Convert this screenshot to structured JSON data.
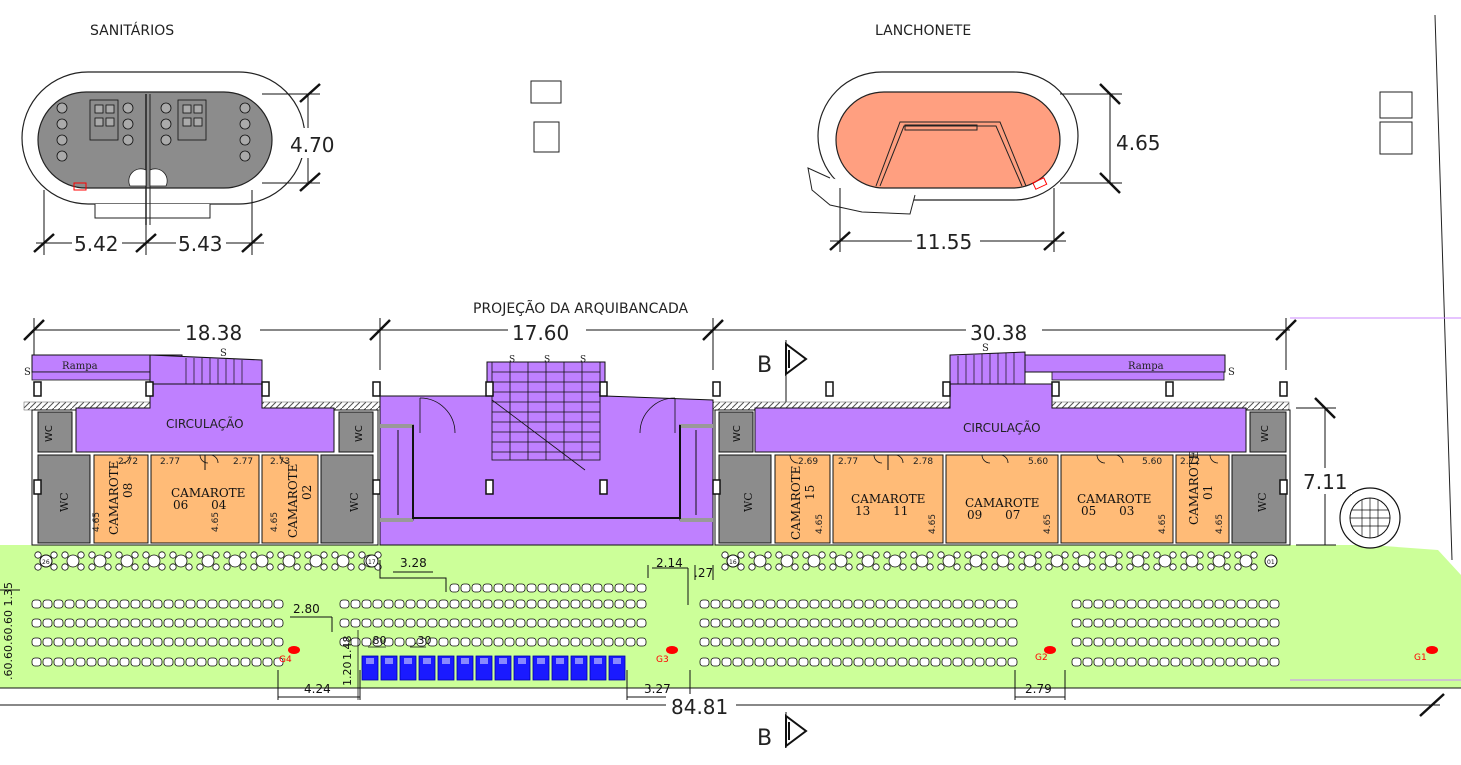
{
  "headings": {
    "sanitarios": "SANITÁRIOS",
    "lanchonete": "LANCHONETE",
    "projecao": "PROJEÇÃO DA ARQUIBANCADA"
  },
  "dims": {
    "san_h": "4.70",
    "san_w1": "5.42",
    "san_w2": "5.43",
    "lan_h": "4.65",
    "lan_w": "11.55",
    "seg1": "18.38",
    "seg2": "17.60",
    "seg3": "30.38",
    "depth": "7.11",
    "total": "84.81",
    "d328": "3.28",
    "d214": "2.14",
    "d27": ".27",
    "d280": "2.80",
    "d424": "4.24",
    "d327": "3.27",
    "d279": "2.79",
    "d80": ".80",
    "d30": ".30",
    "d148": "1.48",
    "d120": "1.20",
    "left_stack": ".60.60.60.60 1.35"
  },
  "labels": {
    "section": "B",
    "rampa": "Rampa",
    "stair": "S",
    "circulacao": "CIRCULAÇÃO",
    "wc": "WC"
  },
  "camarotes": {
    "c08": {
      "name": "CAMAROTE",
      "num": "08",
      "w": "2.72",
      "h": "4.65"
    },
    "c0604": {
      "name": "CAMAROTE",
      "num": "06      04",
      "w1": "2.77",
      "w2": "2.77",
      "h": "4.65"
    },
    "c02": {
      "name": "CAMAROTE",
      "num": "02",
      "w": "2.73",
      "h": "4.65"
    },
    "c15": {
      "name": "CAMAROTE",
      "num": "15",
      "w": "2.69",
      "h": "4.65"
    },
    "c1311": {
      "name": "CAMAROTE",
      "num": "13      11",
      "w1": "2.77",
      "w2": "2.78",
      "h": "4.65"
    },
    "c0907": {
      "name": "CAMAROTE",
      "num": "09      07",
      "w": "5.60",
      "h": "4.65"
    },
    "c0503": {
      "name": "CAMAROTE",
      "num": "05      03",
      "w": "5.60",
      "h": "4.65"
    },
    "c01": {
      "name": "CAMAROTE",
      "num": "01",
      "w": "2.72",
      "h": "4.65"
    }
  },
  "gates": [
    "G4",
    "G3",
    "G2",
    "G1"
  ],
  "table_markers": [
    "26",
    "17",
    "16",
    "01"
  ],
  "colors": {
    "purple": "#bf80ff",
    "orange": "#ffbb77",
    "salmon": "#ff9f80",
    "green": "#ccff99",
    "gray": "#8c8c8c",
    "blue": "#1a1aff",
    "red": "#ff0000"
  }
}
